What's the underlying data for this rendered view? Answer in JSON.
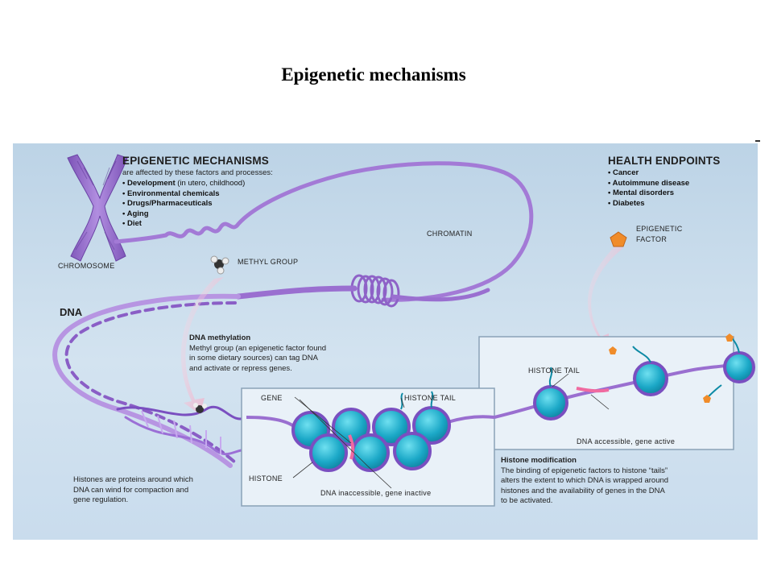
{
  "title": "Epigenetic mechanisms",
  "mechanisms": {
    "heading": "EPIGENETIC MECHANISMS",
    "subheading": "are affected by these factors and processes:",
    "factors": [
      {
        "bold": "Development",
        "rest": " (in utero, childhood)"
      },
      {
        "bold": "Environmental chemicals",
        "rest": ""
      },
      {
        "bold": "Drugs/Pharmaceuticals",
        "rest": ""
      },
      {
        "bold": "Aging",
        "rest": ""
      },
      {
        "bold": "Diet",
        "rest": ""
      }
    ]
  },
  "health": {
    "heading": "HEALTH ENDPOINTS",
    "items": [
      "Cancer",
      "Autoimmune disease",
      "Mental disorders",
      "Diabetes"
    ]
  },
  "labels": {
    "chromosome": "CHROMOSOME",
    "chromatin": "CHROMATIN",
    "methyl_group": "METHYL GROUP",
    "epigenetic_factor_1": "EPIGENETIC",
    "epigenetic_factor_2": "FACTOR",
    "dna": "DNA",
    "gene": "GENE",
    "histone_tail_left": "HISTONE TAIL",
    "histone_tail_right": "HISTONE TAIL",
    "histone": "HISTONE",
    "inaccessible": "DNA inaccessible, gene inactive",
    "accessible": "DNA accessible, gene active"
  },
  "methylation": {
    "heading": "DNA methylation",
    "lines": [
      "Methyl group (an epigenetic factor found",
      "in some dietary sources) can tag DNA",
      "and activate or repress genes."
    ]
  },
  "histones_note": {
    "lines": [
      "Histones are proteins around which",
      "DNA can wind for compaction and",
      "gene regulation."
    ]
  },
  "histone_mod": {
    "heading": "Histone modification",
    "lines": [
      "The binding of epigenetic factors to histone “tails”",
      "alters the extent to which DNA is wrapped around",
      "histones and the availability of genes in the DNA",
      "to be activated."
    ]
  },
  "colors": {
    "chromatin": "#9b6fc9",
    "histone": "#1fa9c4",
    "epigenetic_factor": "#f08c2a",
    "arrow": "#f7b9cf"
  }
}
